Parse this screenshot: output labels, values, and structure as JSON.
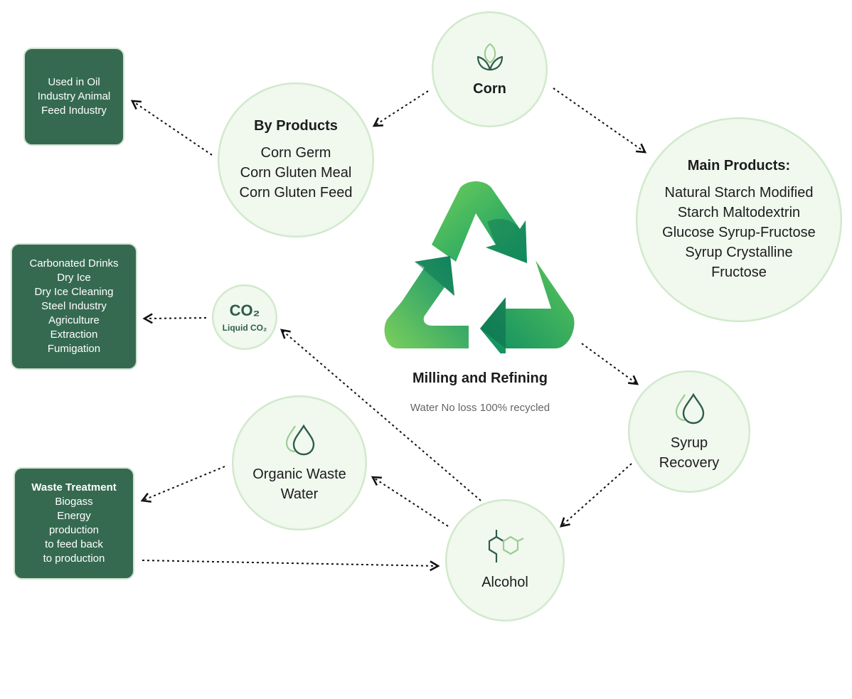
{
  "corn": {
    "label": "Corn"
  },
  "by_products": {
    "title": "By Products",
    "items": [
      "Corn Germ",
      "Corn Gluten Meal",
      "Corn Gluten Feed"
    ]
  },
  "main_products": {
    "title": "Main Products:",
    "items": [
      "Natural Starch Modified",
      "Starch Maltodextrin",
      "Glucose Syrup-Fructose",
      "Syrup Crystalline",
      "Fructose"
    ]
  },
  "oil_box": {
    "lines": [
      "Used in Oil",
      "Industry Animal",
      "Feed Industry"
    ]
  },
  "co2": {
    "title": "CO₂",
    "subtitle": "Liquid CO₂"
  },
  "co2_box": {
    "lines": [
      "Carbonated Drinks",
      "Dry Ice",
      "Dry Ice Cleaning",
      "Steel Industry",
      "Agriculture",
      "Extraction",
      "Fumigation"
    ]
  },
  "center": {
    "title": "Milling and Refining",
    "subtitle": "Water No loss 100% recycled"
  },
  "syrup": {
    "lines": [
      "Syrup",
      "Recovery"
    ]
  },
  "organic": {
    "lines": [
      "Organic Waste",
      "Water"
    ]
  },
  "alcohol": {
    "label": "Alcohol"
  },
  "waste_box": {
    "title": "Waste Treatment",
    "lines": [
      "Biogass",
      "Energy",
      "production",
      "to feed back",
      "to production"
    ]
  },
  "colors": {
    "box_green": "#356a51",
    "circle_fill": "#f1f9ef",
    "circle_border": "#cfe8c9",
    "icon": "#2f5d4a"
  }
}
